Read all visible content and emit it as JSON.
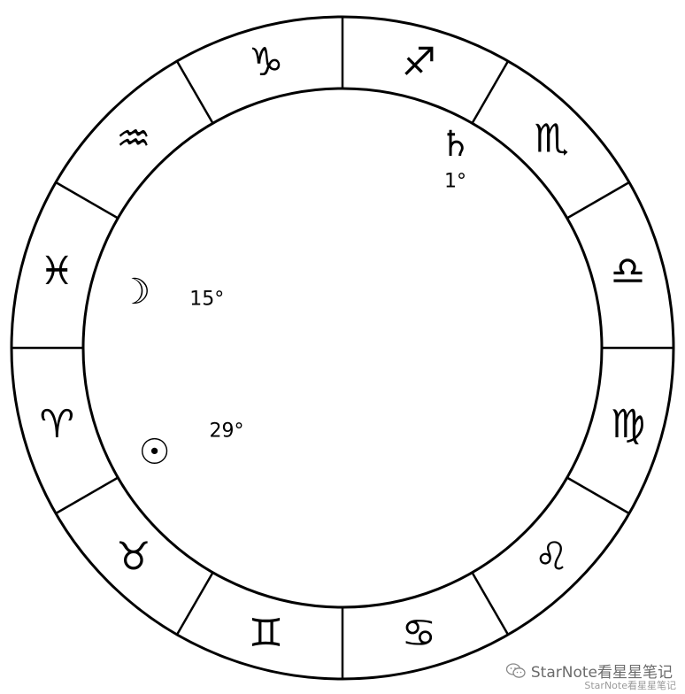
{
  "zodiac": {
    "signs": [
      {
        "name": "aries",
        "glyph": "♈︎"
      },
      {
        "name": "taurus",
        "glyph": "♉︎"
      },
      {
        "name": "gemini",
        "glyph": "♊︎"
      },
      {
        "name": "cancer",
        "glyph": "♋︎"
      },
      {
        "name": "leo",
        "glyph": "♌︎"
      },
      {
        "name": "virgo",
        "glyph": "♍︎"
      },
      {
        "name": "libra",
        "glyph": "♎︎"
      },
      {
        "name": "scorpio",
        "glyph": "♏︎"
      },
      {
        "name": "sagittarius",
        "glyph": "♐︎"
      },
      {
        "name": "capricorn",
        "glyph": "♑︎"
      },
      {
        "name": "aquarius",
        "glyph": "♒︎"
      },
      {
        "name": "pisces",
        "glyph": "♓︎"
      }
    ]
  },
  "planets": [
    {
      "name": "saturn",
      "glyph": "♄",
      "sign": "sagittarius",
      "degree": 1,
      "degree_label": "1°"
    },
    {
      "name": "moon",
      "glyph": "☽",
      "sign": "pisces",
      "degree": 15,
      "degree_label": "15°"
    },
    {
      "name": "sun",
      "glyph": "☉",
      "sign": "aries",
      "degree": 29,
      "degree_label": "29°"
    }
  ],
  "watermark": {
    "text": "StarNote看星星笔记",
    "subtext": "StarNote看星星笔记",
    "icon": "wechat-icon"
  },
  "colors": {
    "line": "#000000",
    "background": "#ffffff",
    "watermark": "#6b6b6b"
  }
}
